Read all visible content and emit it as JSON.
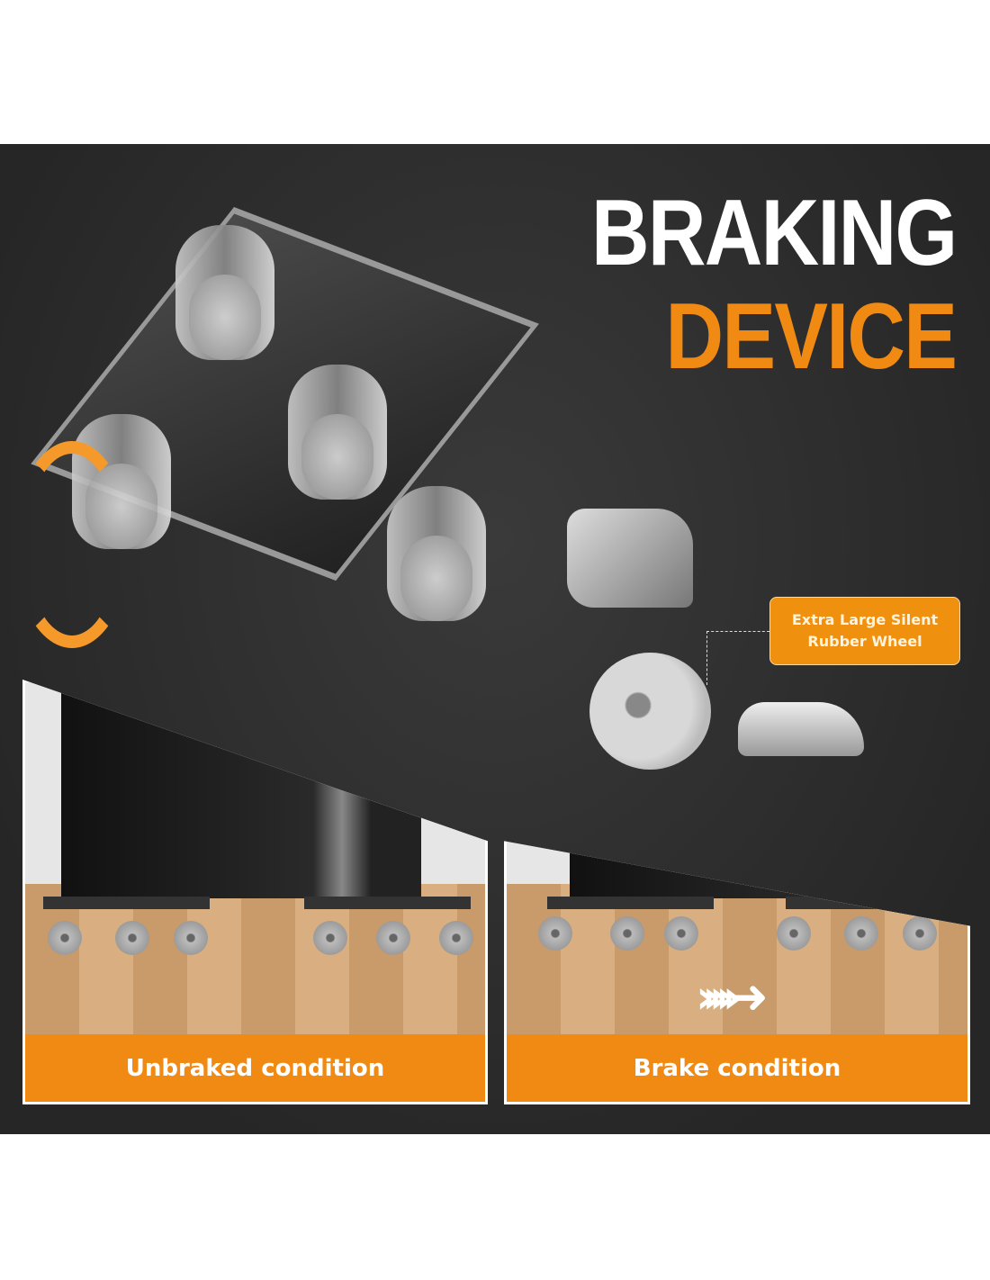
{
  "title": {
    "line1": "BRAKING",
    "line2": "DEVICE"
  },
  "callout": {
    "text": "Extra Large Silent Rubber Wheel"
  },
  "panels": [
    {
      "label": "Unbraked condition"
    },
    {
      "label": "Brake condition"
    }
  ],
  "colors": {
    "accent": "#f08a12",
    "background": "#2b2b2b"
  }
}
